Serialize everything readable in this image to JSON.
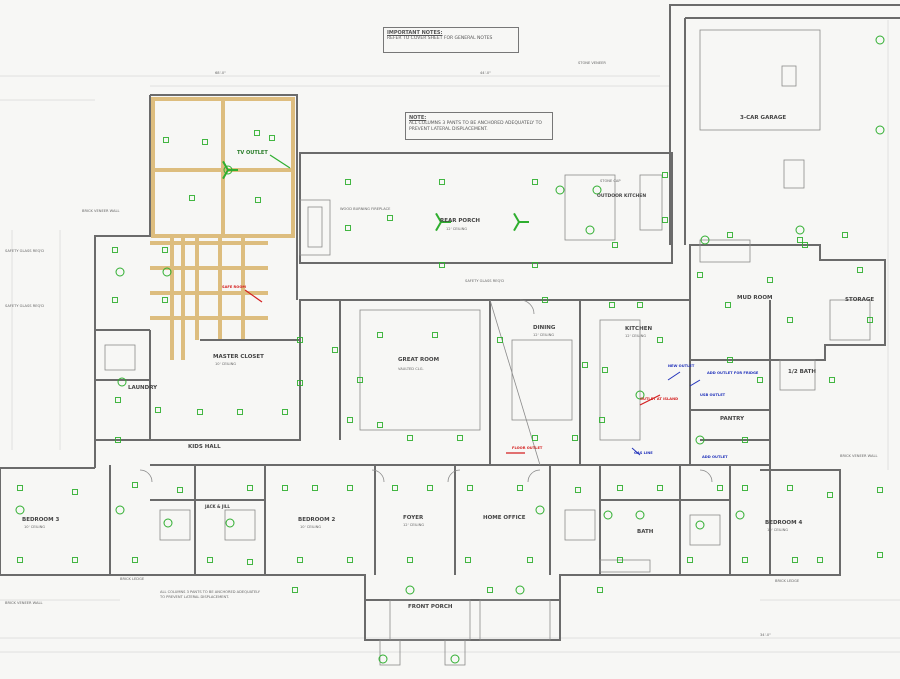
{
  "notes": {
    "important_title": "IMPORTANT NOTES:",
    "important_text": "REFER TO COVER SHEET FOR GENERAL NOTES",
    "note_title": "NOTE:",
    "note_text": "ALL COLUMNS 3 PANTS TO BE ANCHORED ADEQUATELY TO PREVENT LATERAL DISPLACEMENT.",
    "footer_note": "ALL COLUMNS 3 PANTS TO BE ANCHORED ADEQUATELY TO PREVENT LATERAL DISPLACEMENT."
  },
  "rooms": {
    "rear_porch": "REAR PORCH",
    "outdoor_kitchen": "OUTDOOR KITCHEN",
    "garage": "3-CAR GARAGE",
    "master_closet": "MASTER CLOSET",
    "kids_hall": "KIDS HALL",
    "great_room": "GREAT ROOM",
    "dining": "DINING",
    "kitchen": "KITCHEN",
    "laundry": "LAUNDRY",
    "mud_room": "MUD ROOM",
    "pantry": "PANTRY",
    "storage": "STORAGE",
    "half_bath": "1/2 BATH",
    "bedroom_3": "BEDROOM 3",
    "bedroom_2": "BEDROOM 2",
    "bedroom_4": "BEDROOM 4",
    "foyer": "FOYER",
    "home_office": "HOME OFFICE",
    "front_porch": "FRONT PORCH",
    "bath": "BATH",
    "jack_jill": "JACK & JILL"
  },
  "callouts": {
    "tv_outlet": "TV OUTLET",
    "red_note_1": "SAFE ROOM",
    "red_note_2": "FLOOR OUTLET",
    "red_note_3": "OUTLET AT ISLAND",
    "blue_note_1": "NEW OUTLET",
    "blue_note_2": "ADD OUTLET FOR FRIDGE",
    "blue_note_3": "USB OUTLET",
    "blue_note_4": "GAS LINE",
    "blue_note_5": "ADD OUTLET"
  },
  "labels": {
    "brick_ledge": "BRICK LEDGE",
    "brick_veneer": "BRICK VENEER WALL",
    "stone_veneer": "STONE VENEER",
    "safety_glass": "SAFETY GLASS REQ'D",
    "ceiling_10": "10' CEILING",
    "ceiling_12": "12' CEILING",
    "vaulted": "VAULTED CLG.",
    "stone_cap": "STONE CAP",
    "wood_burning": "WOOD BURNING FIREPLACE",
    "dim_left": "68'-0\"",
    "dim_mid": "44'-0\"",
    "dim_right": "34'-0\""
  },
  "colors": {
    "wall": "#6b6b6b",
    "fixture": "#2fae2f",
    "highlight": "#d9b36a",
    "red_note": "#d42020",
    "blue_note": "#2233bb"
  }
}
